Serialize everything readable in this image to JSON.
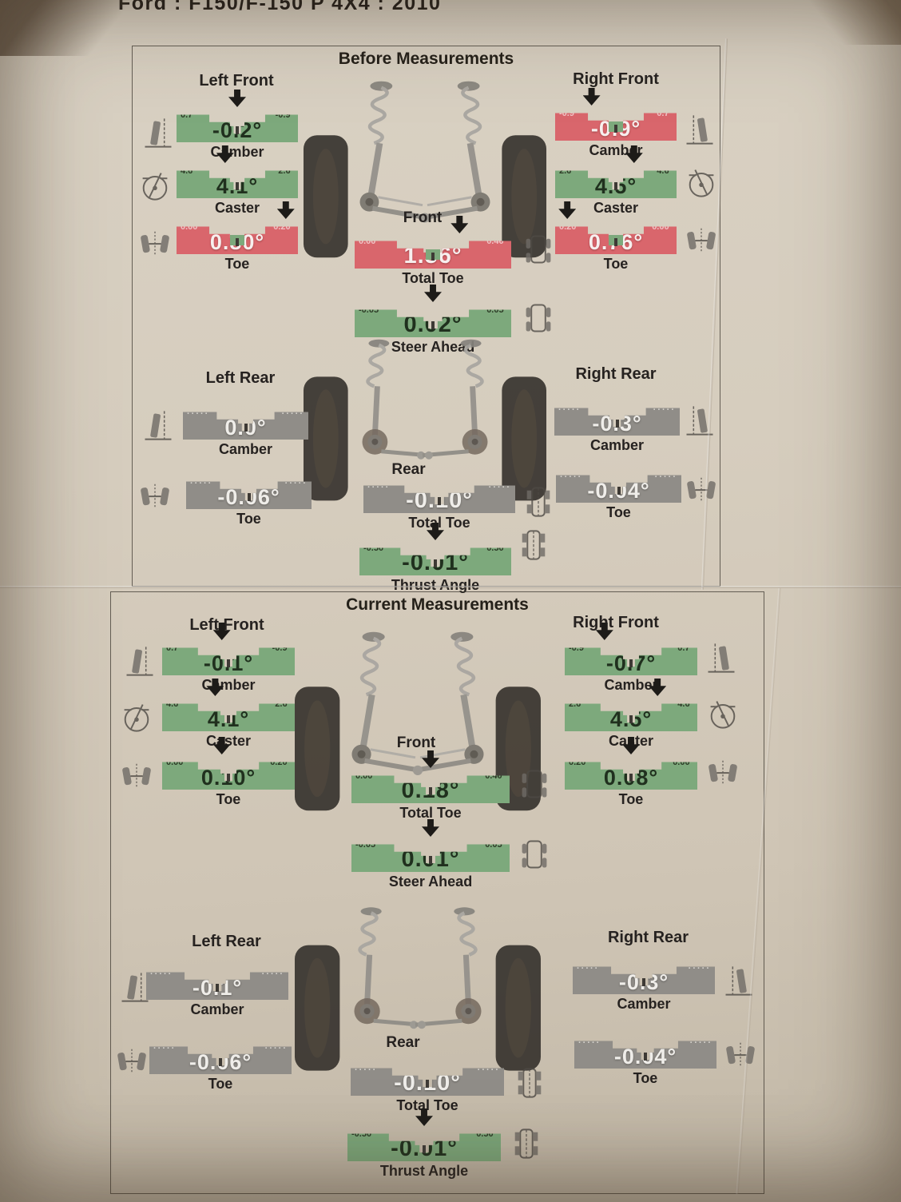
{
  "page_title": "Ford : F150/F-150 P 4X4 : 2010",
  "colors": {
    "in_spec_green": "#7da97c",
    "out_of_spec_red": "#d9666c",
    "no_spec_gray": "#908d88",
    "paper": "#d6cdbe",
    "ink": "#262220"
  },
  "labels": {
    "camber": "Camber",
    "caster": "Caster",
    "toe": "Toe",
    "total_toe": "Total Toe",
    "steer_ahead": "Steer Ahead",
    "thrust_angle": "Thrust Angle",
    "front": "Front",
    "rear": "Rear",
    "left_front": "Left Front",
    "right_front": "Right Front",
    "left_rear": "Left Rear",
    "right_rear": "Right Rear"
  },
  "sections": [
    {
      "title": "Before Measurements",
      "lf": {
        "camber": {
          "value": "-0.2°",
          "min": "0.7°",
          "max": "-0.9°",
          "status": "green",
          "ptr": 0.5
        },
        "caster": {
          "value": "4.1°",
          "min": "4.6°",
          "max": "2.6°",
          "status": "green",
          "ptr": 0.4
        },
        "toe": {
          "value": "0.80°",
          "min": "0.00°",
          "max": "0.20°",
          "status": "red",
          "ptr": 0.9
        }
      },
      "rf": {
        "camber": {
          "value": "-0.9°",
          "min": "-0.9°",
          "max": "0.7°",
          "status": "red",
          "ptr": 0.3
        },
        "caster": {
          "value": "4.5°",
          "min": "2.6°",
          "max": "4.6°",
          "status": "green",
          "ptr": 0.65
        },
        "toe": {
          "value": "0.76°",
          "min": "0.20°",
          "max": "0.00°",
          "status": "red",
          "ptr": 0.1
        }
      },
      "total_toe": {
        "value": "1.56°",
        "min": "0.00°",
        "max": "0.40°",
        "status": "red",
        "ptr": 0.67
      },
      "steer_ahead": {
        "value": "0.02°",
        "min": "-0.05°",
        "max": "0.05°",
        "status": "green",
        "ptr": 0.5
      },
      "lr": {
        "camber": {
          "value": "0.0°",
          "min": "·····",
          "max": "·····",
          "status": "gray"
        },
        "toe": {
          "value": "-0.06°",
          "min": "·····",
          "max": "·····",
          "status": "gray"
        }
      },
      "rr": {
        "camber": {
          "value": "-0.3°",
          "min": "·····",
          "max": "·····",
          "status": "gray"
        },
        "toe": {
          "value": "-0.04°",
          "min": "·····",
          "max": "·····",
          "status": "gray"
        }
      },
      "rear_total_toe": {
        "value": "-0.10°",
        "min": "·····",
        "max": "·····",
        "status": "gray"
      },
      "thrust_angle": {
        "value": "-0.01°",
        "min": "-0.50°",
        "max": "0.50°",
        "status": "green",
        "ptr": 0.5
      }
    },
    {
      "title": "Current Measurements",
      "lf": {
        "camber": {
          "value": "-0.1°",
          "min": "0.7°",
          "max": "-0.9°",
          "status": "green",
          "ptr": 0.45
        },
        "caster": {
          "value": "4.1°",
          "min": "4.6°",
          "max": "2.6°",
          "status": "green",
          "ptr": 0.4
        },
        "toe": {
          "value": "0.10°",
          "min": "0.00°",
          "max": "0.20°",
          "status": "green",
          "ptr": 0.45
        }
      },
      "rf": {
        "camber": {
          "value": "-0.7°",
          "min": "-0.9°",
          "max": "0.7°",
          "status": "green",
          "ptr": 0.3
        },
        "caster": {
          "value": "4.5°",
          "min": "2.6°",
          "max": "4.6°",
          "status": "green",
          "ptr": 0.7
        },
        "toe": {
          "value": "0.08°",
          "min": "0.20°",
          "max": "0.00°",
          "status": "green",
          "ptr": 0.5
        }
      },
      "total_toe": {
        "value": "0.18°",
        "min": "0.00°",
        "max": "0.40°",
        "status": "green",
        "ptr": 0.5
      },
      "steer_ahead": {
        "value": "0.01°",
        "min": "-0.05°",
        "max": "0.05°",
        "status": "green",
        "ptr": 0.5
      },
      "lr": {
        "camber": {
          "value": "-0.1°",
          "min": "·····",
          "max": "·····",
          "status": "gray"
        },
        "toe": {
          "value": "-0.06°",
          "min": "·····",
          "max": "·····",
          "status": "gray"
        }
      },
      "rr": {
        "camber": {
          "value": "-0.3°",
          "min": "·····",
          "max": "·····",
          "status": "gray"
        },
        "toe": {
          "value": "-0.04°",
          "min": "·····",
          "max": "·····",
          "status": "gray"
        }
      },
      "rear_total_toe": {
        "value": "-0.10°",
        "min": "·····",
        "max": "·····",
        "status": "gray"
      },
      "thrust_angle": {
        "value": "-0.01°",
        "min": "-0.50°",
        "max": "0.50°",
        "status": "green",
        "ptr": 0.5
      }
    }
  ]
}
